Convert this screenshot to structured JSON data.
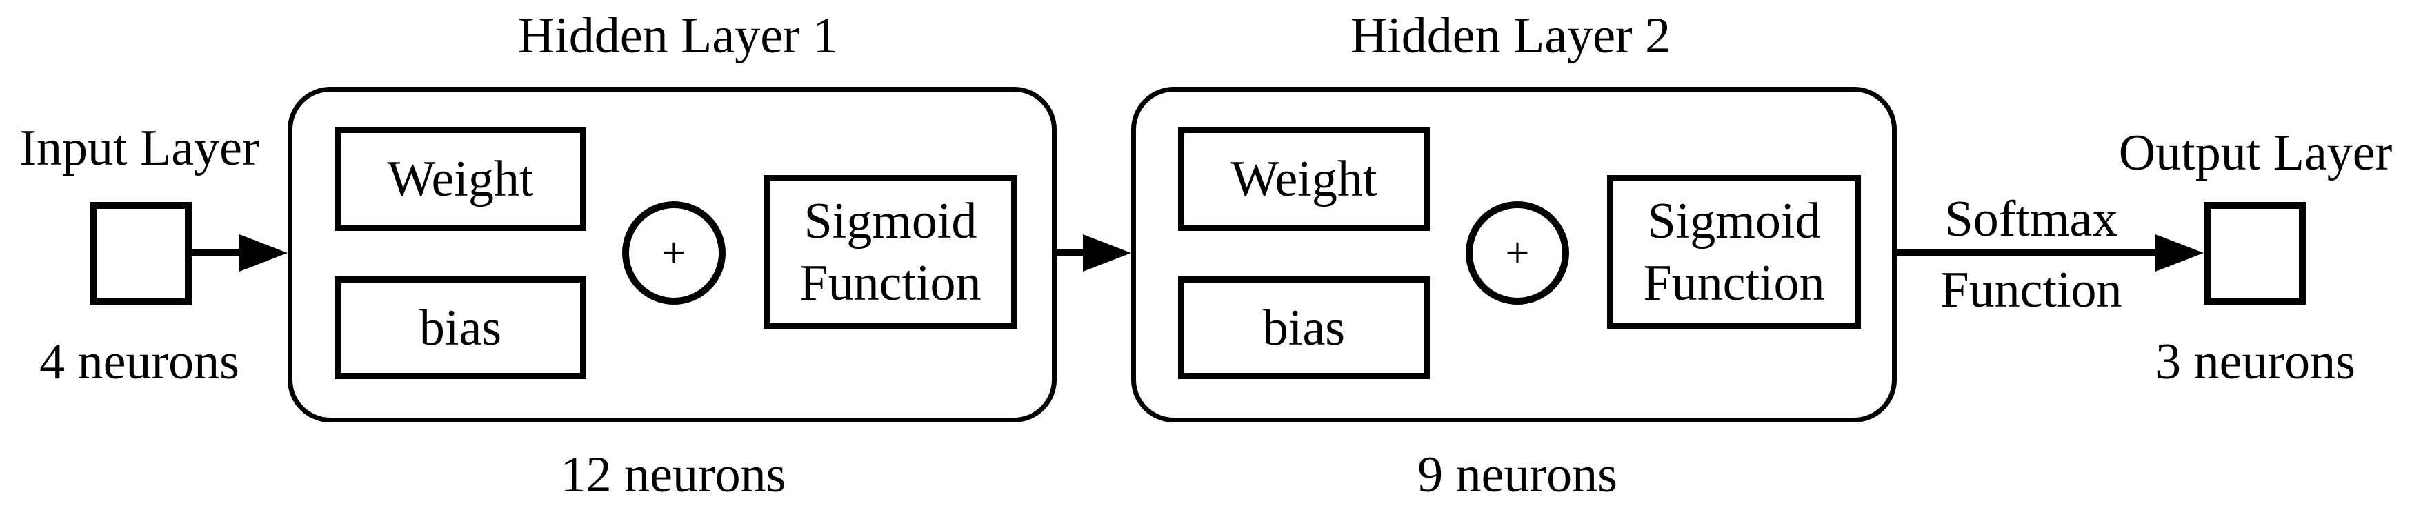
{
  "figure_type": "neural-network-architecture-diagram",
  "colors": {
    "ink": "#000000",
    "background": "#ffffff"
  },
  "input": {
    "label": "Input Layer",
    "neuron_count": "4 neurons"
  },
  "hidden_layer_1": {
    "title": "Hidden Layer 1",
    "weight_label": "Weight",
    "bias_label": "bias",
    "sum_symbol": "+",
    "activation_line1": "Sigmoid",
    "activation_line2": "Function",
    "neuron_count": "12 neurons"
  },
  "hidden_layer_2": {
    "title": "Hidden Layer 2",
    "weight_label": "Weight",
    "bias_label": "bias",
    "sum_symbol": "+",
    "activation_line1": "Sigmoid",
    "activation_line2": "Function",
    "neuron_count": "9 neurons"
  },
  "output": {
    "label": "Output Layer",
    "transfer_line1": "Softmax",
    "transfer_line2": "Function",
    "neuron_count": "3 neurons"
  }
}
